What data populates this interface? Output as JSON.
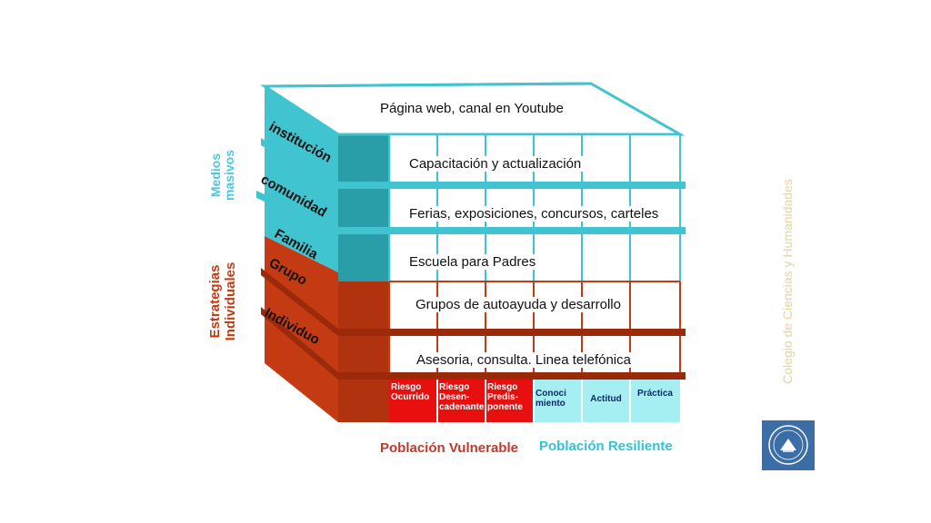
{
  "diagram": {
    "rows": [
      {
        "text": "Página web, canal en Youtube"
      },
      {
        "text": "Capacitación y actualización"
      },
      {
        "text": "Ferias, exposiciones, concursos, carteles"
      },
      {
        "text": "Escuela para Padres"
      },
      {
        "text": "Grupos de autoayuda y desarrollo"
      },
      {
        "text": "Asesoria, consulta. Linea telefónica"
      }
    ],
    "side_labels": [
      "institución",
      "comunidad",
      "Familia",
      "Grupo",
      "Individuo"
    ],
    "group_labels": {
      "mass_media": "Medios\nmasivos",
      "individual": "Estrategias\nIndividuales"
    },
    "bottom_cells": [
      {
        "text": "Riesgo\nOcurrido",
        "group": "vulnerable"
      },
      {
        "text": "Riesgo\nDesen-\ncadenante",
        "group": "vulnerable"
      },
      {
        "text": "Riesgo\nPredis-\nponente",
        "group": "vulnerable"
      },
      {
        "text": "Conoci\nmiento",
        "group": "resilient"
      },
      {
        "text": "Actitud",
        "group": "resilient"
      },
      {
        "text": "Práctica",
        "group": "resilient"
      }
    ],
    "legends": {
      "vulnerable": "Población Vulnerable",
      "resilient": "Población Resiliente"
    },
    "colors": {
      "cyan": "#40c4cf",
      "cyan_dark": "#2a9ea8",
      "cyan_cell": "#a5eef2",
      "red": "#c43a12",
      "red_dark": "#9a2a0a",
      "red_cell": "#e8100e",
      "legend_red": "#c0392b",
      "legend_cyan": "#2ec4d4"
    }
  },
  "watermark": "Colegio de Ciencias y Humanidades",
  "logo": {
    "icon": "college-seal-icon"
  }
}
